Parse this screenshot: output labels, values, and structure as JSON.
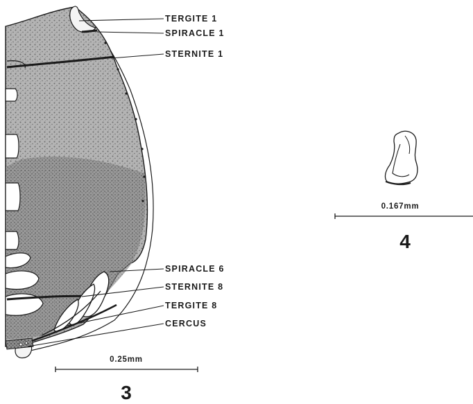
{
  "figure_3": {
    "labels": {
      "tergite_1": "TERGITE  1",
      "spiracle_1": "SPIRACLE  1",
      "sternite_1": "STERNITE  1",
      "spiracle_6": "SPIRACLE  6",
      "sternite_8": "STERNITE  8",
      "tergite_8": "TERGITE  8",
      "cercus": "CERCUS"
    },
    "scale_label": "0.25mm",
    "number": "3"
  },
  "figure_4": {
    "scale_label": "0.167mm",
    "number": "4"
  }
}
